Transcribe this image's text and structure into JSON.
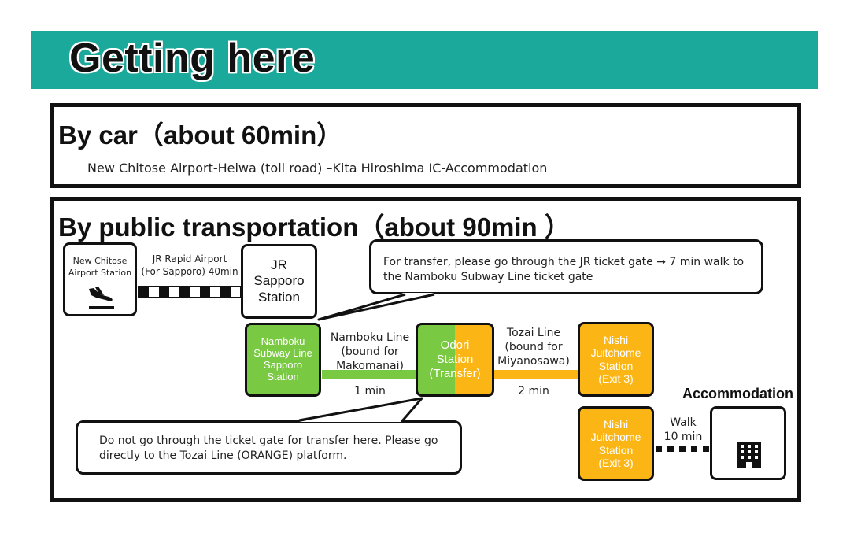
{
  "header": {
    "title": "Getting here",
    "color": "#1aa99b"
  },
  "by_car": {
    "title": "By car（about 60min）",
    "route": "New Chitose Airport-Heiwa (toll road) –Kita Hiroshima IC-Accommodation"
  },
  "by_public": {
    "title": "By public transportation（about 90min ）",
    "airport": {
      "line1": "New Chitose",
      "line2": "Airport Station",
      "icon": "airplane-landing-icon"
    },
    "jr_rapid": {
      "line1": "JR Rapid Airport",
      "line2": "(For Sapporo) 40min"
    },
    "jr_sapporo": {
      "line1": "JR",
      "line2": "Sapporo",
      "line3": "Station"
    },
    "transfer_note_top": "For transfer, please go through the JR ticket gate → 7 min walk to the Namboku Subway Line ticket gate",
    "namboku_station": {
      "line1": "Namboku",
      "line2": "Subway Line",
      "line3": "Sapporo",
      "line4": "Station"
    },
    "namboku_line": {
      "line1": "Namboku Line",
      "line2": "(bound for",
      "line3": "Makomanai)",
      "time": "1 min"
    },
    "odori": {
      "line1": "Odori",
      "line2": "Station",
      "line3": "(Transfer)"
    },
    "tozai_line": {
      "line1": "Tozai Line",
      "line2": "(bound for",
      "line3": "Miyanosawa)",
      "time": "2 min"
    },
    "nishi_a": {
      "line1": "Nishi",
      "line2": "Juitchome",
      "line3": "Station",
      "line4": "(Exit 3)"
    },
    "nishi_b": {
      "line1": "Nishi",
      "line2": "Juitchome",
      "line3": "Station",
      "line4": "(Exit 3)"
    },
    "walk": {
      "line1": "Walk",
      "line2": "10 min"
    },
    "accommodation": {
      "label": "Accommodation",
      "icon": "building-icon"
    },
    "transfer_note_bottom": "Do not go through the ticket gate for transfer here. Please go directly to the Tozai Line (ORANGE) platform."
  },
  "colors": {
    "namboku_green": "#7ac943",
    "tozai_orange": "#fbb616"
  }
}
